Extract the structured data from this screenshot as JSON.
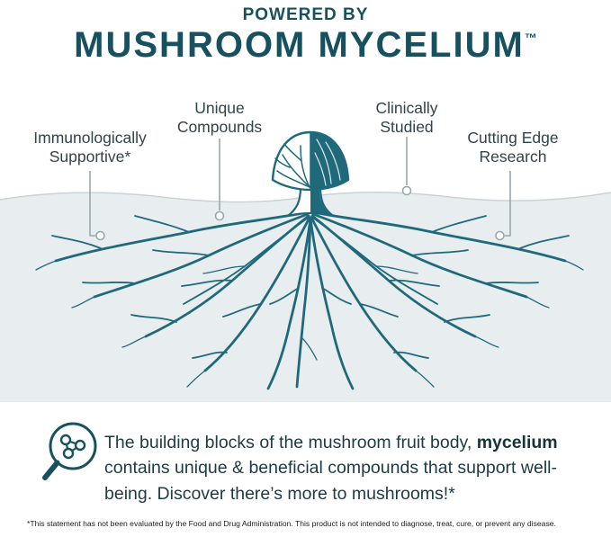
{
  "header": {
    "eyebrow": "POWERED BY",
    "title": "MUSHROOM MYCELIUM",
    "trademark": "™"
  },
  "callouts": [
    {
      "id": "immunologically-supportive",
      "lines": [
        "Immunologically",
        "Supportive*"
      ]
    },
    {
      "id": "unique-compounds",
      "lines": [
        "Unique",
        "Compounds"
      ]
    },
    {
      "id": "clinically-studied",
      "lines": [
        "Clinically",
        "Studied"
      ]
    },
    {
      "id": "cutting-edge-research",
      "lines": [
        "Cutting Edge",
        "Research"
      ]
    }
  ],
  "body": {
    "text_before": "The building blocks of the mushroom fruit body, ",
    "text_bold": "mycelium",
    "text_after": " contains unique & beneficial compounds that support well-being. Discover there’s more to mushrooms!*"
  },
  "footnote": "*This statement has not been evaluated by the Food and Drug Administration. This product is not intended to diagnose, treat, cure, or prevent any disease.",
  "icons": {
    "magnifier": "magnifier-molecule-icon"
  },
  "colors": {
    "headline": "#17505f",
    "teal": "#20697b",
    "callout_text": "#31444c",
    "connector": "#9aa7ac",
    "ground": "#e8eef0"
  }
}
